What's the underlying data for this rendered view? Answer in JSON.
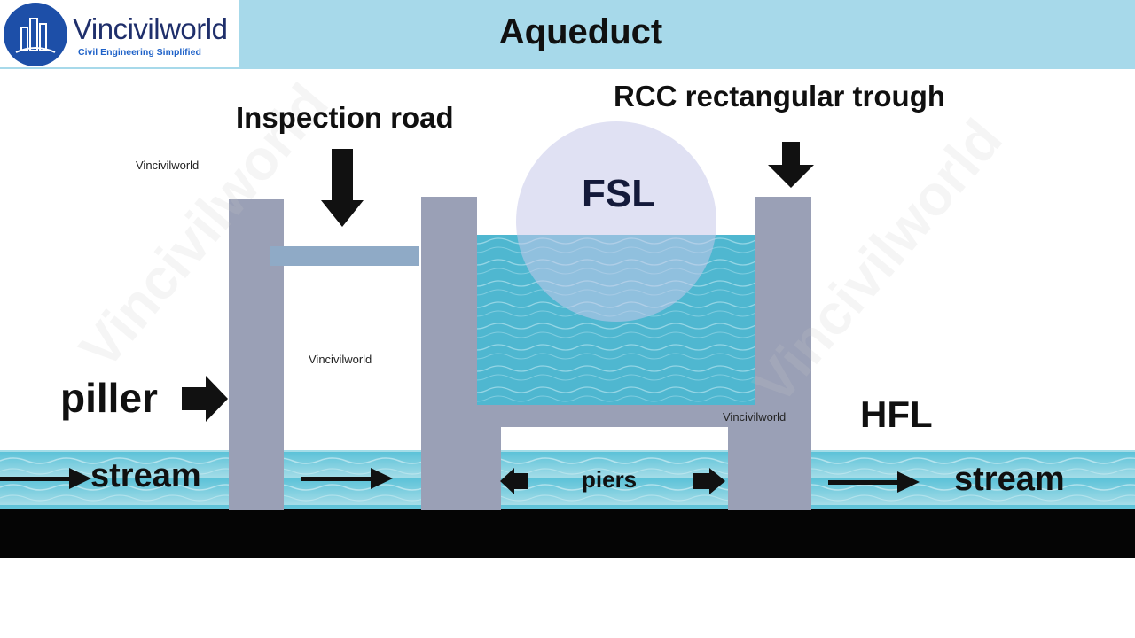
{
  "header": {
    "title": "Aqueduct",
    "logo_name": "Vincivilworld",
    "logo_tagline": "Civil Engineering Simplified"
  },
  "labels": {
    "inspection_road": "Inspection road",
    "rcc_trough": "RCC rectangular trough",
    "fsl": "FSL",
    "hfl": "HFL",
    "piller": "piller",
    "stream_left": "stream",
    "stream_right": "stream",
    "piers": "piers"
  },
  "watermarks": {
    "wm1": "Vincivilworld",
    "wm2": "Vincivilworld",
    "wm3": "Vincivilworld"
  },
  "colors": {
    "header_bg": "#a7d9ea",
    "concrete": "#9aa0b6",
    "road": "#8faac6",
    "water": "#7ccfe2",
    "ground": "#050505"
  }
}
